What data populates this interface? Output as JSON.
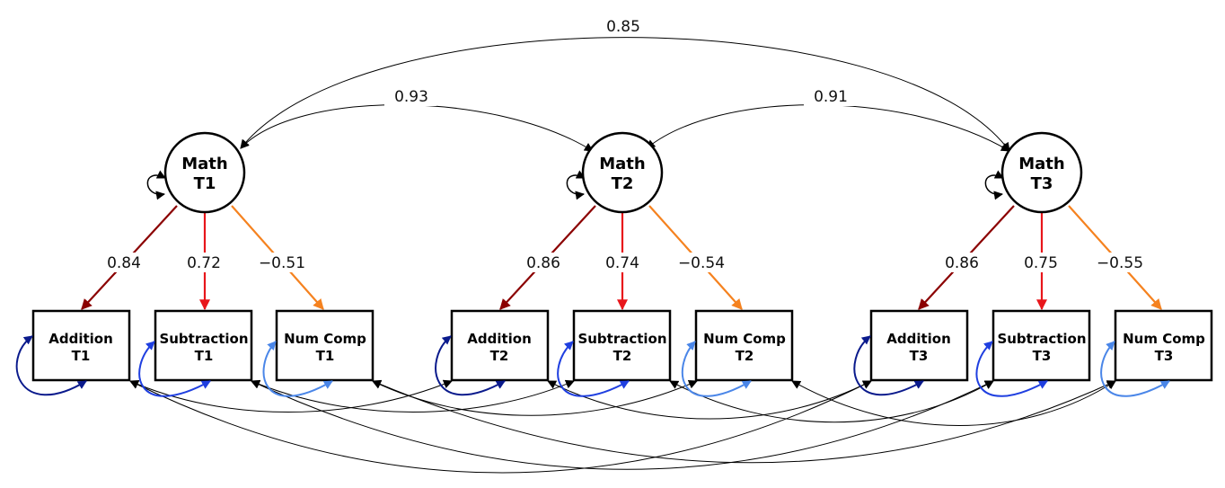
{
  "latents": [
    {
      "line1": "Math",
      "line2": "T1"
    },
    {
      "line1": "Math",
      "line2": "T2"
    },
    {
      "line1": "Math",
      "line2": "T3"
    }
  ],
  "indicators": [
    [
      {
        "line1": "Addition",
        "line2": "T1"
      },
      {
        "line1": "Subtraction",
        "line2": "T1"
      },
      {
        "line1": "Num Comp",
        "line2": "T1"
      }
    ],
    [
      {
        "line1": "Addition",
        "line2": "T2"
      },
      {
        "line1": "Subtraction",
        "line2": "T2"
      },
      {
        "line1": "Num Comp",
        "line2": "T2"
      }
    ],
    [
      {
        "line1": "Addition",
        "line2": "T3"
      },
      {
        "line1": "Subtraction",
        "line2": "T3"
      },
      {
        "line1": "Num Comp",
        "line2": "T3"
      }
    ]
  ],
  "loadings": [
    [
      "0.84",
      "0.72",
      "−0.51"
    ],
    [
      "0.86",
      "0.74",
      "−0.54"
    ],
    [
      "0.86",
      "0.75",
      "−0.55"
    ]
  ],
  "correlations": {
    "t1_t2": "0.93",
    "t2_t3": "0.91",
    "t1_t3": "0.85"
  },
  "colors": {
    "addition": "#8b0000",
    "subtraction": "#e8161b",
    "numcomp": "#f5821f",
    "res_addition": "#0a1a8c",
    "res_subtraction": "#1f3fe0",
    "res_numcomp": "#4a86e8",
    "line": "#000000"
  }
}
